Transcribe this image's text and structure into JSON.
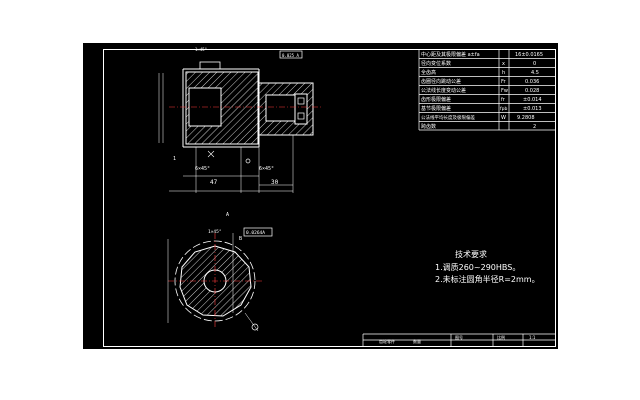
{
  "viewer": {
    "background": "#ffffff",
    "sheet_color": "#000000",
    "line_color": "#ffffff",
    "accent": "#ff3b3b"
  },
  "param_table": {
    "rows": [
      {
        "name": "中心距及其极限偏差 a±fa",
        "symbol": "",
        "value": "16±0.0165"
      },
      {
        "name": "径向变位系数",
        "symbol": "x",
        "value": "0"
      },
      {
        "name": "全齿高",
        "symbol": "h",
        "value": "4.5"
      },
      {
        "name": "齿圈径向跳动公差",
        "symbol": "Fr",
        "value": "0.036"
      },
      {
        "name": "公法线长度变动公差",
        "symbol": "Fw",
        "value": "0.028"
      },
      {
        "name": "齿形极限偏差",
        "symbol": "fr",
        "value": "±0.014"
      },
      {
        "name": "基节极限偏差",
        "symbol": "fpb",
        "value": "±0.013"
      },
      {
        "name": "公法线平均长度及极限偏差",
        "symbol": "W",
        "value": "9.2808"
      },
      {
        "name": "跨齿数",
        "symbol": "",
        "value": "2"
      }
    ]
  },
  "tech_requirements": {
    "title": "技术要求",
    "items": [
      "1.调质260~290HBS。",
      "2.未标注圆角半径R=2mm。"
    ]
  },
  "dimensions": {
    "d_47": "47",
    "d_30": "30",
    "d_6x45": "6×45°",
    "d_6x45b": "6×45°",
    "d_1x45": "1×45°",
    "d_1x45b": "1×45°",
    "d_1": "1",
    "tol_top": "0.025 A",
    "tol_mid": "0.0264A",
    "lbl_a": "A",
    "lbl_b": "B"
  },
  "title_block": {
    "c1": "齿轮零件",
    "c2": "数量",
    "c3": "图号",
    "c4": "比例",
    "c5": "1:1"
  }
}
